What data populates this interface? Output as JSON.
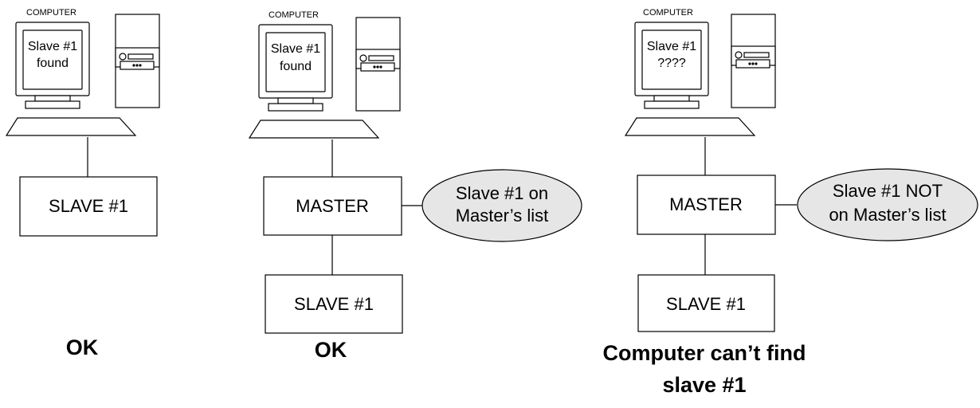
{
  "panels": [
    {
      "computer_label": "COMPUTER",
      "screen_line1": "Slave #1",
      "screen_line2": "found",
      "slave_label": "SLAVE #1",
      "result_line1": "OK",
      "result_line2": ""
    },
    {
      "computer_label": "COMPUTER",
      "screen_line1": "Slave #1",
      "screen_line2": "found",
      "master_label": "MASTER",
      "note_line1": "Slave #1 on",
      "note_line2": "Master’s list",
      "slave_label": "SLAVE #1",
      "result_line1": "OK",
      "result_line2": ""
    },
    {
      "computer_label": "COMPUTER",
      "screen_line1": "Slave #1",
      "screen_line2": "????",
      "master_label": "MASTER",
      "note_line1": "Slave #1 NOT",
      "note_line2": "on Master’s list",
      "slave_label": "SLAVE #1",
      "result_line1": "Computer can’t find",
      "result_line2": "slave #1"
    }
  ],
  "colors": {
    "stroke": "#000000",
    "note_fill": "#e6e6e6",
    "background": "#ffffff"
  }
}
